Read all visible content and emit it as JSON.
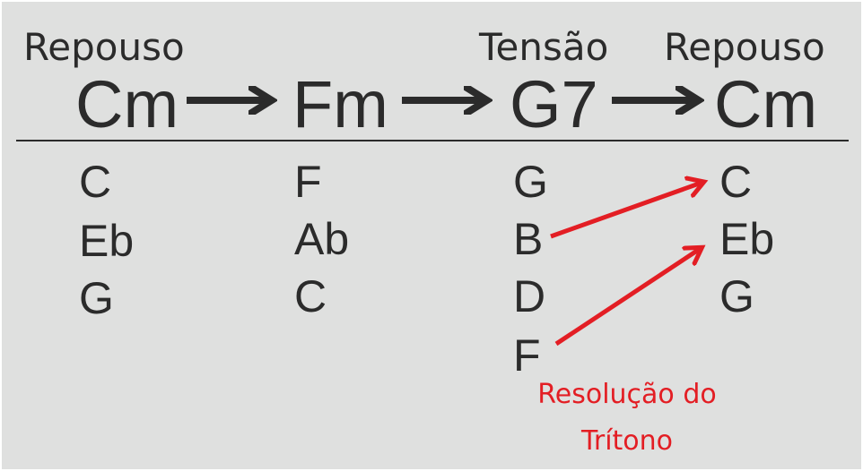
{
  "roles": {
    "rest_first": "Repouso",
    "tension": "Tensão",
    "rest_last": "Repouso"
  },
  "chords": [
    "Cm",
    "Fm",
    "G7",
    "Cm"
  ],
  "notes": {
    "cm": [
      "C",
      "Eb",
      "G"
    ],
    "fm": [
      "F",
      "Ab",
      "C"
    ],
    "g7": [
      "G",
      "B",
      "D",
      "F"
    ],
    "cm_final": [
      "C",
      "Eb",
      "G"
    ]
  },
  "annotation": {
    "line1": "Resolução do",
    "line2": "Trítono"
  },
  "resolutions": [
    {
      "from": "B",
      "to": "C"
    },
    {
      "from": "F",
      "to": "Eb"
    }
  ],
  "colors": {
    "background": "#dfe0df",
    "text": "#2b2b2b",
    "accent": "#e31e24"
  }
}
